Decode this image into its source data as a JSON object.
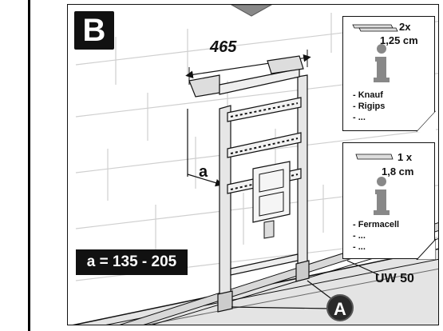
{
  "panel": {
    "label": "B",
    "dimension_width": "465",
    "dimension_a_label": "a",
    "formula": "a = 135 - 205",
    "profile": "UW 50",
    "callout_marker": "A"
  },
  "cards": [
    {
      "qty": "2x",
      "thickness": "1,25 cm",
      "items": [
        "- Knauf",
        "- Rigips",
        "- ..."
      ]
    },
    {
      "qty": "1 x",
      "thickness": "1,8 cm",
      "items": [
        "- Fermacell",
        "- ...",
        "- ..."
      ]
    }
  ],
  "colors": {
    "ink": "#111111",
    "info_icon": "#888888",
    "frame_metal": "#d9d9d9"
  },
  "icons": [
    "arrow-down-icon",
    "info-icon",
    "board-icon"
  ]
}
